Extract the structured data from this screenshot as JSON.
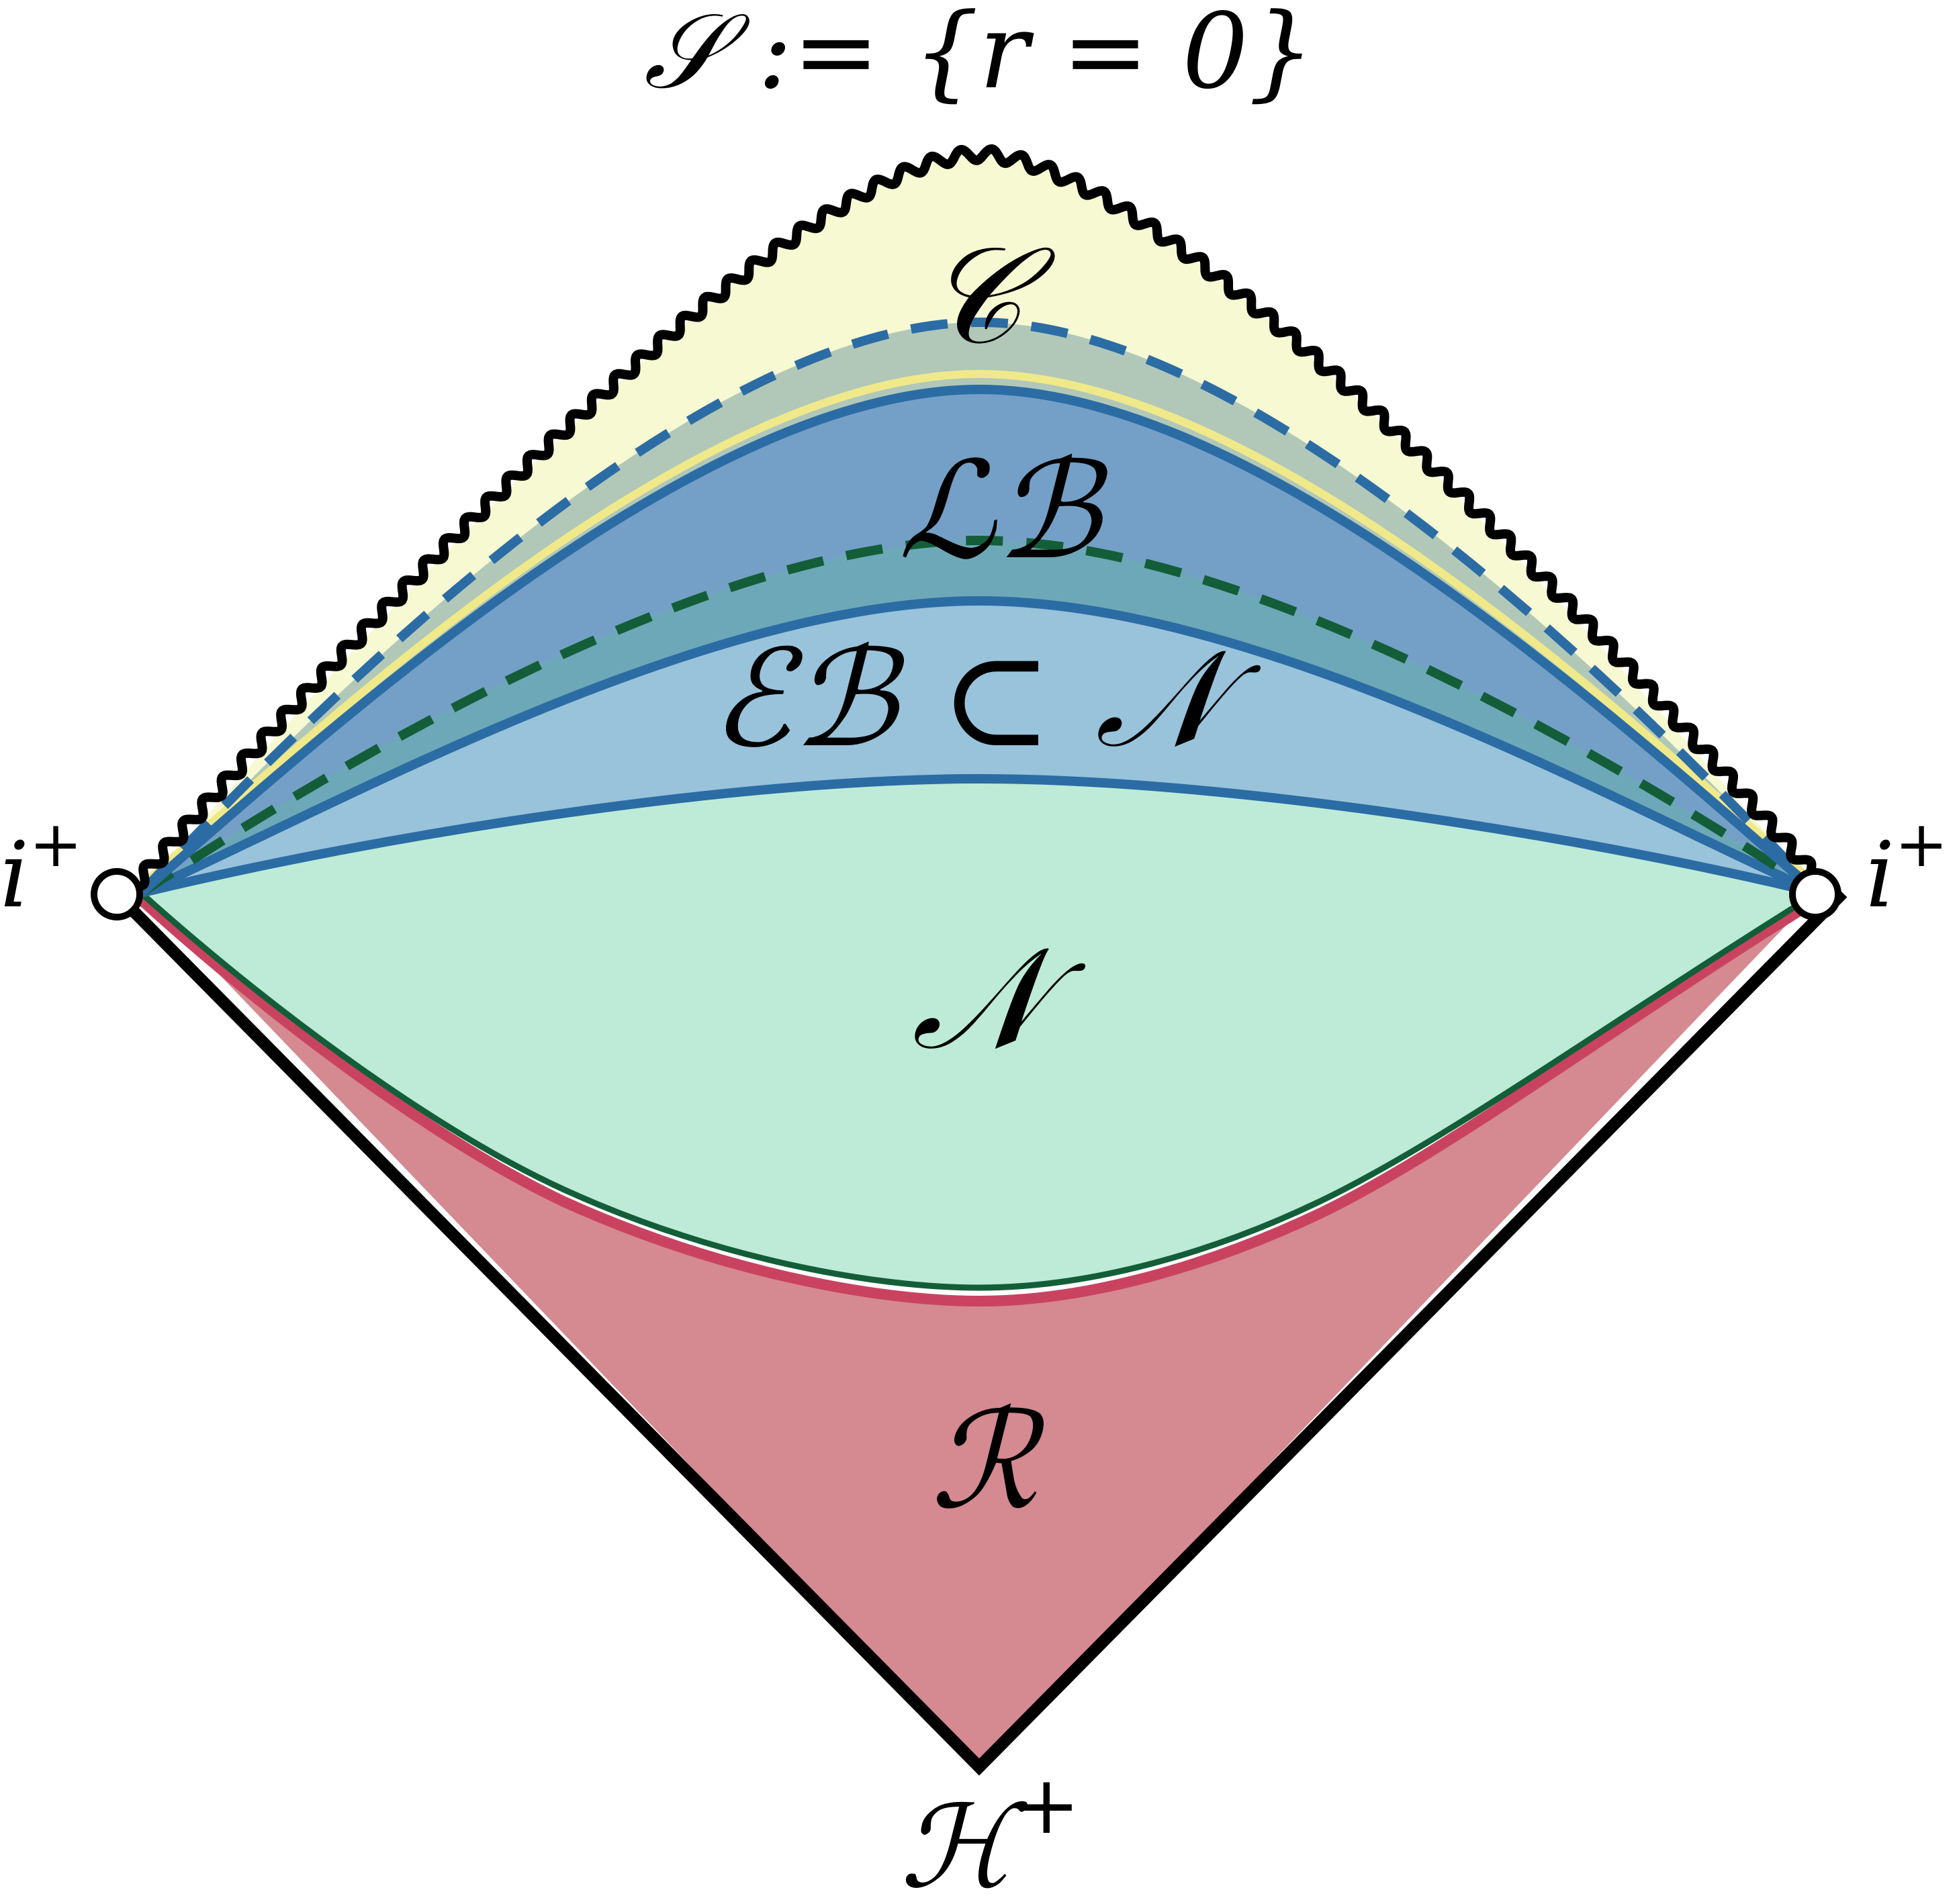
{
  "labels": {
    "singularity": "𝒮 := {r = 0}",
    "region_c": "𝒞",
    "region_lb": "ℒℬ",
    "region_eb": "ℰℬ ⊂ 𝒩",
    "region_n": "𝒩",
    "region_r": "ℛ",
    "horizon": "ℋ",
    "horizon_sup": "+",
    "i_plus_left": "i",
    "i_plus_left_sup": "+",
    "i_plus_right": "i",
    "i_plus_right_sup": "+"
  },
  "colors": {
    "region_c_fill": "#f7f9d2",
    "region_lb_fill": "#74a0c7",
    "region_lb_dashed_band": "#b1c8b9",
    "region_eb_fill": "#98c3db",
    "region_eb_dashed_band": "#6da8b8",
    "region_n_fill": "#bdebd7",
    "region_r_fill": "#d48a90",
    "blue_curve": "#2c6ca4",
    "green_curve": "#135e38",
    "red_curve": "#c94360",
    "yellow_curve": "#f0e98a",
    "outline": "#000000"
  }
}
